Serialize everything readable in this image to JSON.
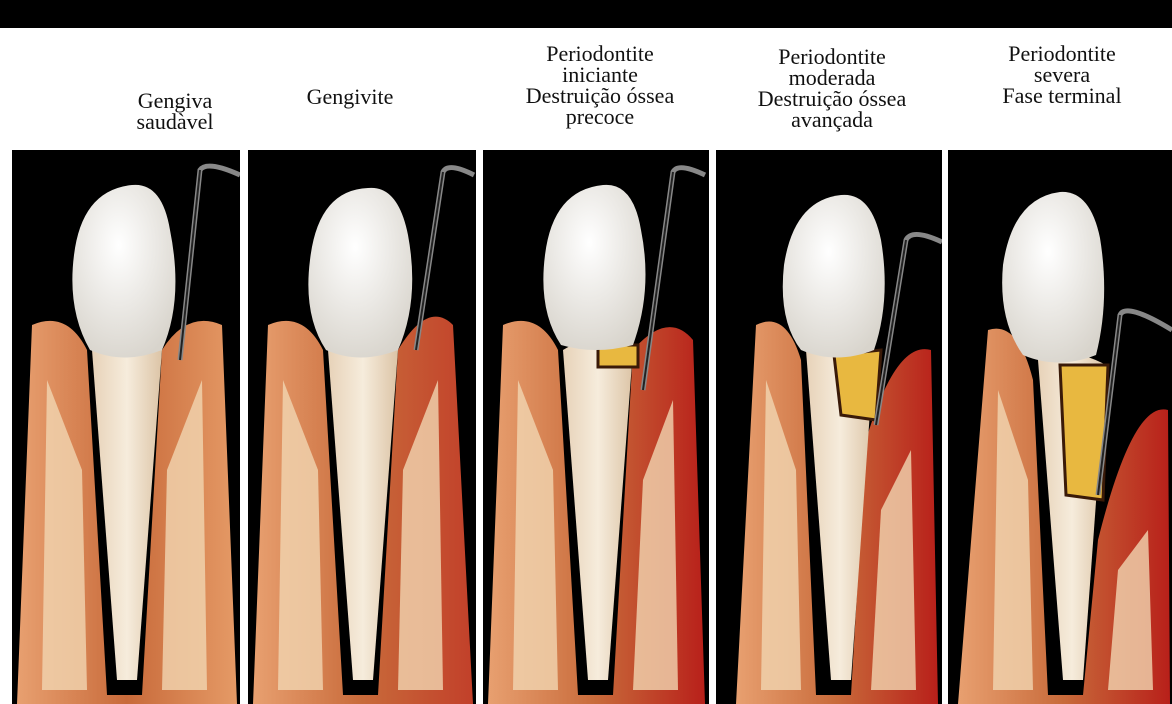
{
  "stages": [
    {
      "label": "Gengiva\nsaudàvel"
    },
    {
      "label": "Gengivite"
    },
    {
      "label": "Periodontite\niniciante\nDestruição óssea\nprecoce"
    },
    {
      "label": "Periodontite\nmoderada\nDestruição óssea\navançada"
    },
    {
      "label": "Periodontite\nsevera\nFase terminal"
    }
  ],
  "colors": {
    "background": "#000000",
    "bone": "#c86a3a",
    "gum_inflamed": "#b8201a",
    "tooth": "#f3efe8",
    "defect": "#e8b840"
  }
}
